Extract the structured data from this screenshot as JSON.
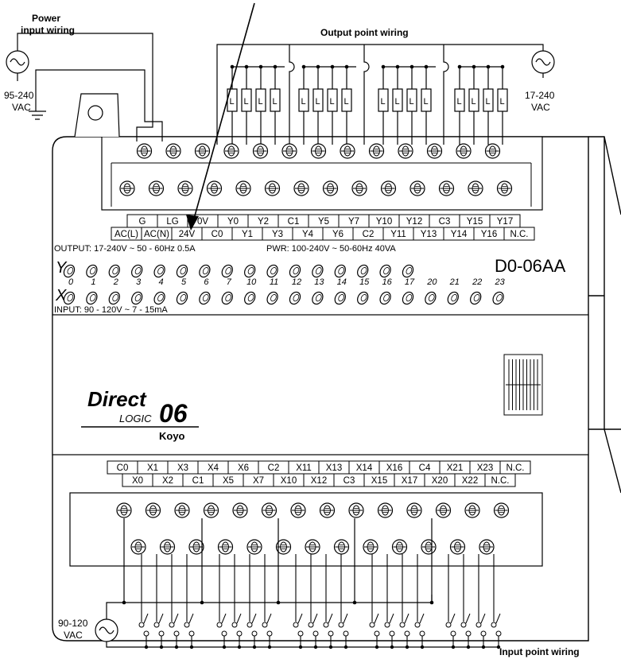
{
  "captions": {
    "power_line1": "Power",
    "power_line2": "input wiring",
    "output": "Output point wiring",
    "input": "Input point wiring"
  },
  "supplies": {
    "power_l1": "95-240",
    "power_l2": "VAC",
    "output_l1": "17-240",
    "output_l2": "VAC",
    "input_l1": "90-120",
    "input_l2": "VAC"
  },
  "output_terminals": {
    "top": [
      "G",
      "LG",
      "0V",
      "Y0",
      "Y2",
      "C1",
      "Y5",
      "Y7",
      "Y10",
      "Y12",
      "C3",
      "Y15",
      "Y17"
    ],
    "bottom": [
      "AC(L)",
      "AC(N)",
      "24V",
      "C0",
      "Y1",
      "Y3",
      "Y4",
      "Y6",
      "C2",
      "Y11",
      "Y13",
      "Y14",
      "Y16",
      "N.C."
    ]
  },
  "info": {
    "output_spec": "OUTPUT: 17-240V ~   50 - 60Hz   0.5A",
    "pwr_spec": "PWR: 100-240V ~  50-60Hz  40VA",
    "input_spec": "INPUT: 90 - 120V ~   7 - 15mA",
    "y_label": "Y",
    "x_label": "X",
    "model": "D0-06AA"
  },
  "led_numbers": [
    "0",
    "1",
    "2",
    "3",
    "4",
    "5",
    "6",
    "7",
    "10",
    "11",
    "12",
    "13",
    "14",
    "15",
    "16",
    "17",
    "20",
    "21",
    "22",
    "23"
  ],
  "y_led_count": 16,
  "x_led_count": 20,
  "logo": {
    "direct": "Direct",
    "number": "06",
    "logic": "LOGIC",
    "brand": "Koyo"
  },
  "input_terminals": {
    "top": [
      "C0",
      "X1",
      "X3",
      "X4",
      "X6",
      "C2",
      "X11",
      "X13",
      "X14",
      "X16",
      "C4",
      "X21",
      "X23",
      "N.C."
    ],
    "bottom": [
      "X0",
      "X2",
      "C1",
      "X5",
      "X7",
      "X10",
      "X12",
      "C3",
      "X15",
      "X17",
      "X20",
      "X22",
      "N.C."
    ]
  }
}
